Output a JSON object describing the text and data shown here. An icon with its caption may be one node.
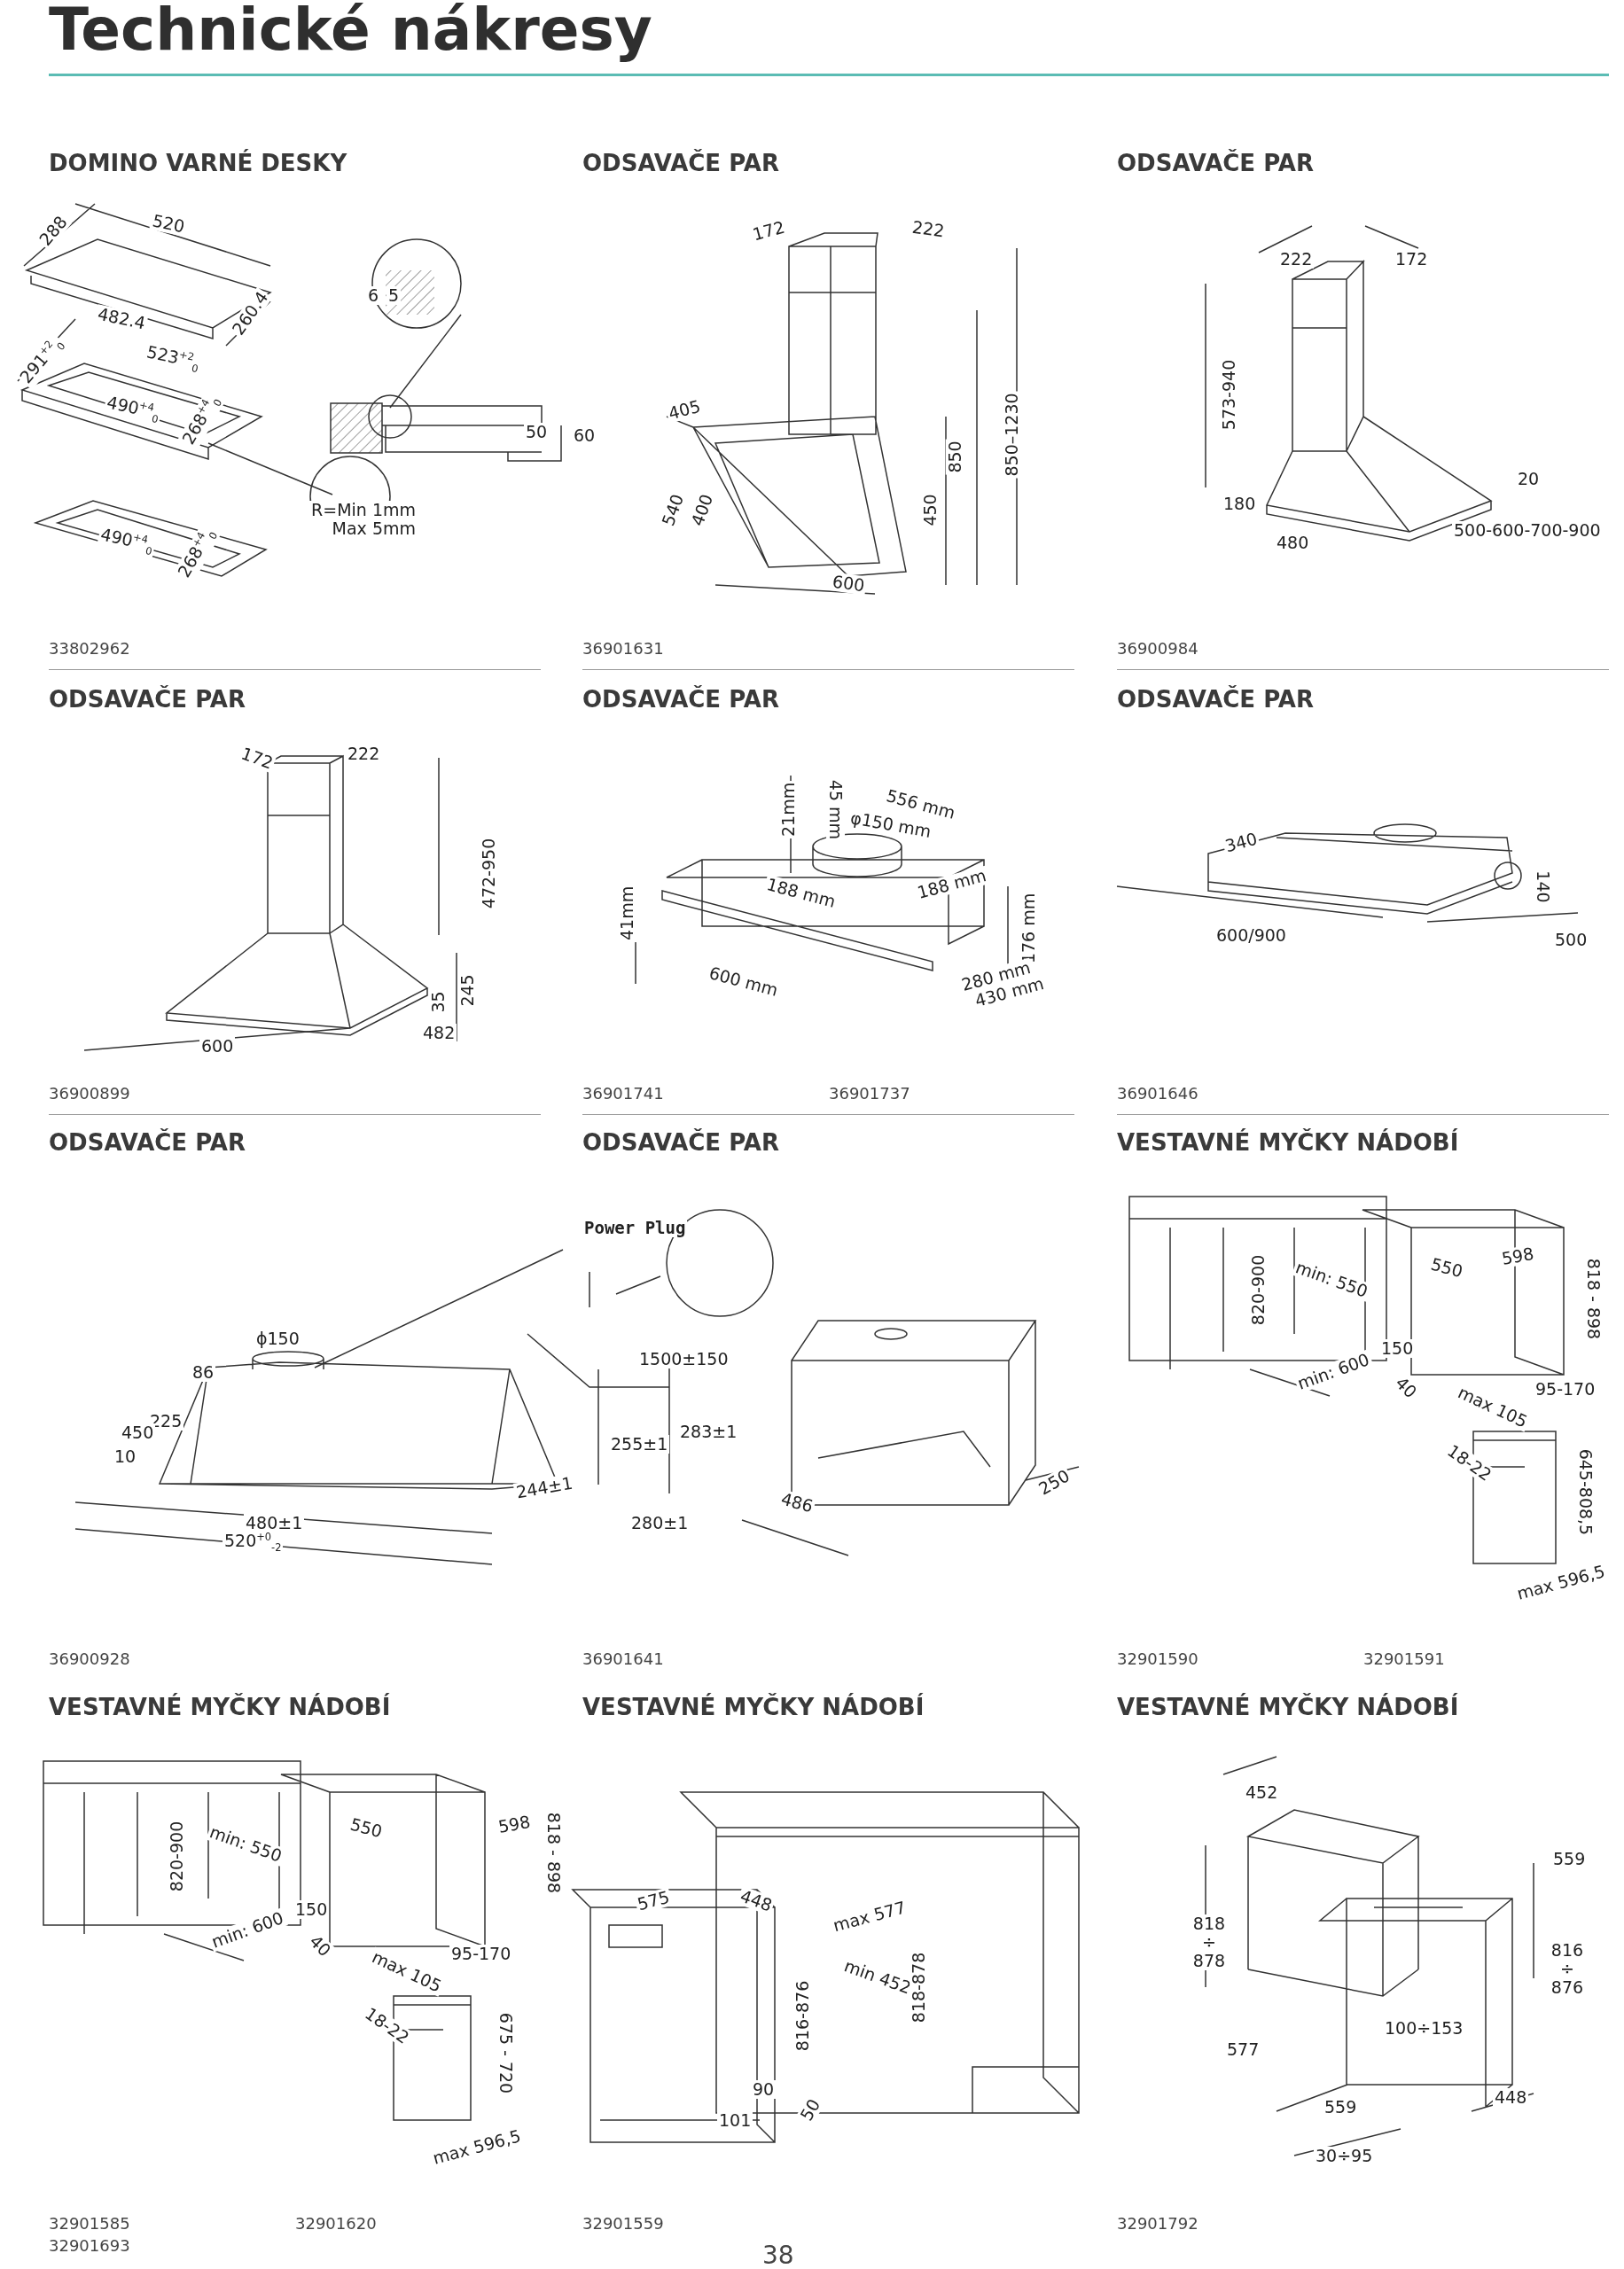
{
  "diagram": {
    "title": "Technické nákresy",
    "labels": [
      "DOMINO VARNÉ DESKY",
      "288",
      "520",
      "482.4",
      "260.4",
      "291$^{+2}$$_{0}$",
      "523$^{+2}$$_{0}$",
      "490$^{+4}$$_{0}$",
      "268$^{+4}$$_{0}$",
      "490$^{+4}$$_{0}$",
      "268$^{+4}$$_{0}$",
      "6",
      "5",
      "50",
      "60",
      "R=Min 1mm Max 5mm",
      "33802962",
      "ODSAVAČE PAR",
      "172",
      "222",
      "405",
      "540",
      "400",
      "450",
      "850",
      "850–1230",
      "600",
      "36901631",
      "ODSAVAČE PAR",
      "222",
      "172",
      "573-940",
      "180",
      "20",
      "480",
      "500-600-700-900",
      "36900984",
      "ODSAVAČE PAR",
      "172",
      "222",
      "472-950",
      "35",
      "245",
      "600",
      "482",
      "36900899",
      "ODSAVAČE PAR",
      "21mm",
      "45 mm",
      "556 mm",
      "φ150 mm",
      "188 mm",
      "188 mm",
      "41mm",
      "176 mm",
      "600 mm",
      "280 mm",
      "430 mm",
      "36901741",
      "36901737",
      "ODSAVAČE PAR",
      "340",
      "140",
      "600/900",
      "500",
      "36901646",
      "ODSAVAČE PAR",
      "Power Plug",
      "ϕ150",
      "86",
      "225",
      "450",
      "10",
      "1500±150",
      "255±1",
      "283±1",
      "244±1",
      "480±1",
      "520$^{+0}$$_{-2}$",
      "280±1",
      "36900928",
      "ODSAVAČE PAR",
      "486",
      "250",
      "36901641",
      "VESTAVNÉ MYČKY NÁDOBÍ",
      "820-900",
      "min: 550",
      "min: 600",
      "550",
      "598",
      "818 - 898",
      "150",
      "40",
      "max 105",
      "95-170",
      "18-22",
      "645-808,5",
      "max 596,5",
      "32901590",
      "32901591",
      "VESTAVNÉ MYČKY NÁDOBÍ",
      "820-900",
      "min: 550",
      "min: 600",
      "550",
      "598",
      "818 - 898",
      "150",
      "40",
      "max 105",
      "95-170",
      "18-22",
      "675 - 720",
      "max 596,5",
      "32901585",
      "32901693",
      "32901620",
      "VESTAVNÉ MYČKY NÁDOBÍ",
      "575",
      "448",
      "max 577",
      "min 452",
      "816-876",
      "818-878",
      "90",
      "101",
      "50",
      "32901559",
      "VESTAVNÉ MYČKY NÁDOBÍ",
      "452",
      "559",
      "818 ÷ 878",
      "816 ÷ 876",
      "100÷153",
      "577",
      "559",
      "448",
      "30÷95",
      "32901792",
      "38"
    ]
  }
}
